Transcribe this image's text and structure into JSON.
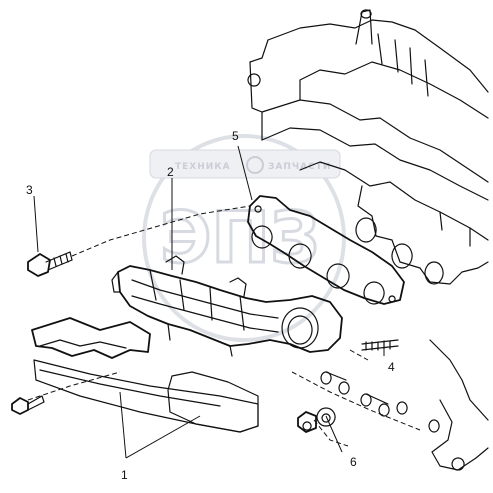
{
  "watermark": {
    "left_text": "ТЕХНИКА",
    "right_text": "ЗАПЧАСТИ",
    "monogram": "ЭПЗ"
  },
  "callouts": [
    {
      "id": "part-1",
      "label": "1"
    },
    {
      "id": "part-2",
      "label": "2"
    },
    {
      "id": "part-3",
      "label": "3"
    },
    {
      "id": "part-4",
      "label": "4"
    },
    {
      "id": "part-5",
      "label": "5"
    },
    {
      "id": "part-6",
      "label": "6"
    }
  ]
}
